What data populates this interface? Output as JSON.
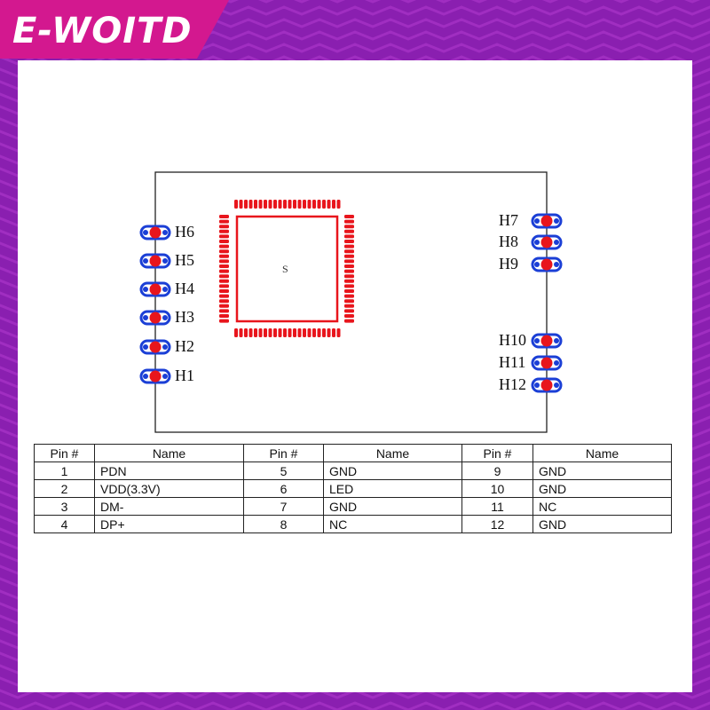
{
  "brand": {
    "text": "E-WOITD"
  },
  "colors": {
    "frame": "#8a1fb0",
    "pad_fill": "#e8151c",
    "pad_ring": "#1b3fd6"
  },
  "chip": {
    "label": "S"
  },
  "pins_left": [
    "H6",
    "H5",
    "H4",
    "H3",
    "H2",
    "H1"
  ],
  "pins_right_top": [
    "H7",
    "H8",
    "H9"
  ],
  "pins_right_bottom": [
    "H10",
    "H11",
    "H12"
  ],
  "table": {
    "headers": [
      "Pin #",
      "Name",
      "Pin #",
      "Name",
      "Pin #",
      "Name"
    ],
    "rows": [
      [
        "1",
        "PDN",
        "5",
        "GND",
        "9",
        "GND"
      ],
      [
        "2",
        "VDD(3.3V)",
        "6",
        "LED",
        "10",
        "GND"
      ],
      [
        "3",
        "DM-",
        "7",
        "GND",
        "11",
        "NC"
      ],
      [
        "4",
        "DP+",
        "8",
        "NC",
        "12",
        "GND"
      ]
    ]
  }
}
